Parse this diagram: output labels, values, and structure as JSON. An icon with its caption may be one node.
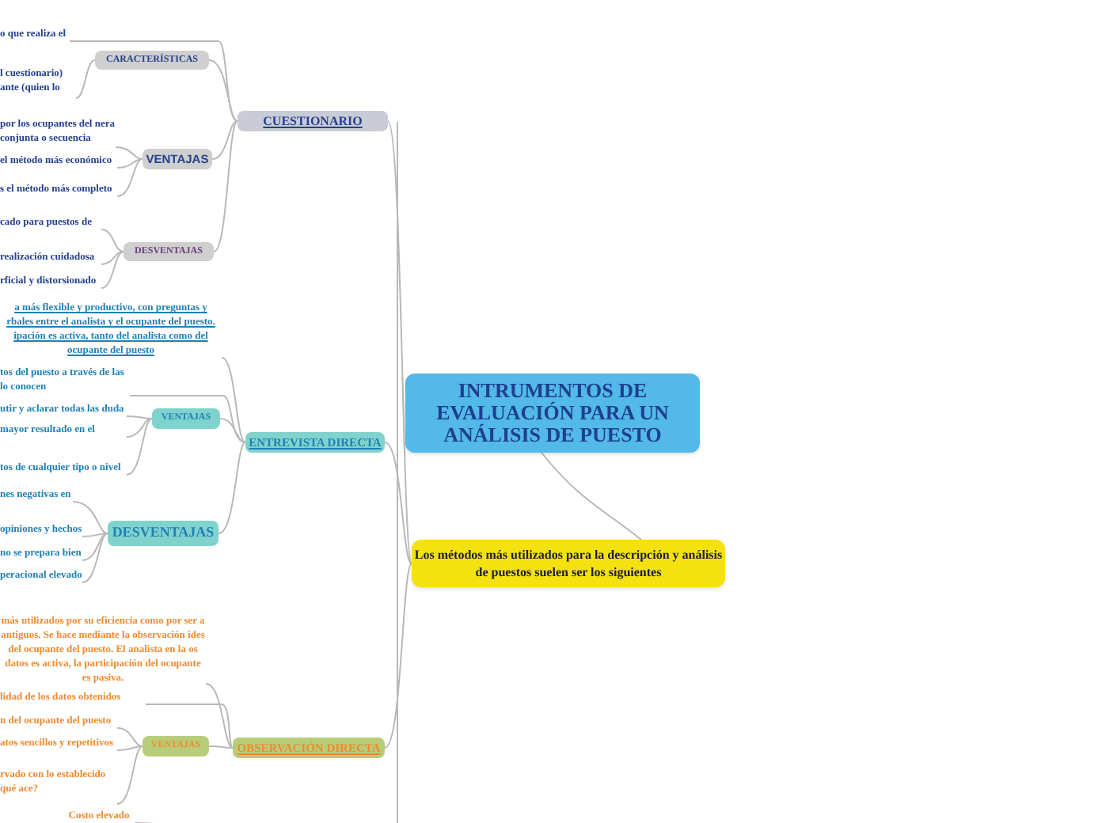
{
  "diagram": {
    "nodes": [
      {
        "text": [
          "INTRUMENTOS DE EVALUACIÓN PARA UN ANÁLISIS DE PUESTO"
        ]
      },
      {
        "text": [
          "Los métodos más utilizados para la descripción y análisis de puestos suelen ser los siguientes"
        ]
      },
      {
        "text": [
          "CUESTIONARIO"
        ]
      },
      {
        "text": [
          "o que realiza el"
        ]
      },
      {
        "text": [
          "CARACTERÍSTICAS"
        ]
      },
      {
        "text": [
          "l cuestionario) ante (quien lo"
        ]
      },
      {
        "text": [
          "VENTAJAS"
        ]
      },
      {
        "text": [
          "por los ocupantes del nera conjunta o secuencia"
        ]
      },
      {
        "text": [
          "el método más económico"
        ]
      },
      {
        "text": [
          "s el método más completo"
        ]
      },
      {
        "text": [
          "DESVENTAJAS"
        ]
      },
      {
        "text": [
          "cado para puestos de"
        ]
      },
      {
        "text": [
          "realización cuidadosa"
        ]
      },
      {
        "text": [
          "rficial y distorsionado"
        ]
      },
      {
        "text": [
          "ENTREVISTA DIRECTA"
        ]
      },
      {
        "text": [
          "a más flexible y productivo, con preguntas y rbales entre el analista y el ocupante del puesto. ipación es activa, tanto del analista como del ocupante del puesto"
        ]
      },
      {
        "text": [
          "tos del puesto a través de las lo conocen"
        ]
      },
      {
        "text": [
          "VENTAJAS"
        ]
      },
      {
        "text": [
          "utir y aclarar todas las duda"
        ]
      },
      {
        "text": [
          "mayor resultado en el"
        ]
      },
      {
        "text": [
          "tos de cualquier tipo o nivel"
        ]
      },
      {
        "text": [
          "nes negativas en"
        ]
      },
      {
        "text": [
          "DESVENTAJAS"
        ]
      },
      {
        "text": [
          "opiniones y hechos"
        ]
      },
      {
        "text": [
          "no se prepara bien"
        ]
      },
      {
        "text": [
          "peracional elevado"
        ]
      },
      {
        "text": [
          "OBSERVACIÓN DIRECTA"
        ]
      },
      {
        "text": [
          "más utilizados por su eficiencia como por ser a antiguos. Se hace mediante la observación ides del ocupante del puesto. El analista en la os datos es activa, la participación del ocupante es pasiva."
        ]
      },
      {
        "text": [
          "lidad de los datos obtenidos"
        ]
      },
      {
        "text": [
          "VENTAJAS"
        ]
      },
      {
        "text": [
          "n del ocupante del puesto"
        ]
      },
      {
        "text": [
          "atos sencillos y repetitivos"
        ]
      },
      {
        "text": [
          "rvado con lo establecido qué ace?"
        ]
      },
      {
        "text": [
          "Costo elevado"
        ]
      }
    ],
    "edges": [
      {
        "from": 0,
        "to": 1,
        "arrow": "none"
      },
      {
        "from": 1,
        "to": 2,
        "arrow": "none"
      },
      {
        "from": 1,
        "to": 14,
        "arrow": "none"
      },
      {
        "from": 1,
        "to": 26,
        "arrow": "none"
      },
      {
        "from": 2,
        "to": 3,
        "arrow": "none"
      },
      {
        "from": 2,
        "to": 4,
        "arrow": "none"
      },
      {
        "from": 4,
        "to": 5,
        "arrow": "none"
      },
      {
        "from": 2,
        "to": 6,
        "arrow": "none"
      },
      {
        "from": 6,
        "to": 7,
        "arrow": "none"
      },
      {
        "from": 6,
        "to": 8,
        "arrow": "none"
      },
      {
        "from": 6,
        "to": 9,
        "arrow": "none"
      },
      {
        "from": 2,
        "to": 10,
        "arrow": "none"
      },
      {
        "from": 10,
        "to": 11,
        "arrow": "none"
      },
      {
        "from": 10,
        "to": 12,
        "arrow": "none"
      },
      {
        "from": 10,
        "to": 13,
        "arrow": "none"
      },
      {
        "from": 14,
        "to": 15,
        "arrow": "none"
      },
      {
        "from": 14,
        "to": 16,
        "arrow": "none"
      },
      {
        "from": 14,
        "to": 17,
        "arrow": "none"
      },
      {
        "from": 17,
        "to": 18,
        "arrow": "none"
      },
      {
        "from": 17,
        "to": 19,
        "arrow": "none"
      },
      {
        "from": 17,
        "to": 20,
        "arrow": "none"
      },
      {
        "from": 14,
        "to": 22,
        "arrow": "none"
      },
      {
        "from": 22,
        "to": 21,
        "arrow": "none"
      },
      {
        "from": 22,
        "to": 23,
        "arrow": "none"
      },
      {
        "from": 22,
        "to": 24,
        "arrow": "none"
      },
      {
        "from": 22,
        "to": 25,
        "arrow": "none"
      },
      {
        "from": 26,
        "to": 27,
        "arrow": "none"
      },
      {
        "from": 26,
        "to": 28,
        "arrow": "none"
      },
      {
        "from": 26,
        "to": 29,
        "arrow": "none"
      },
      {
        "from": 29,
        "to": 30,
        "arrow": "none"
      },
      {
        "from": 29,
        "to": 31,
        "arrow": "none"
      },
      {
        "from": 29,
        "to": 32,
        "arrow": "none"
      },
      {
        "from": null,
        "to": 33,
        "arrow": "none"
      }
    ]
  }
}
